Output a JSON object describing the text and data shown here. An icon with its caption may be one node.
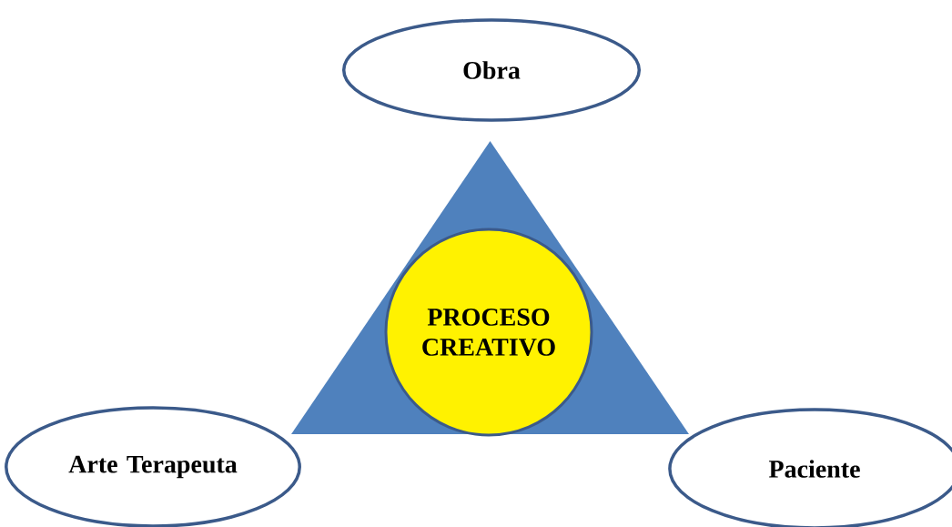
{
  "diagram": {
    "nodes": [
      {
        "text": [
          "Obra"
        ]
      },
      {
        "text": [],
        "shape": "triangle"
      },
      {
        "text": [
          "PROCESO CREATIVO"
        ],
        "in": 1
      },
      {
        "text": [
          "Arte Terapeuta"
        ]
      },
      {
        "text": [
          "Paciente"
        ]
      }
    ]
  }
}
